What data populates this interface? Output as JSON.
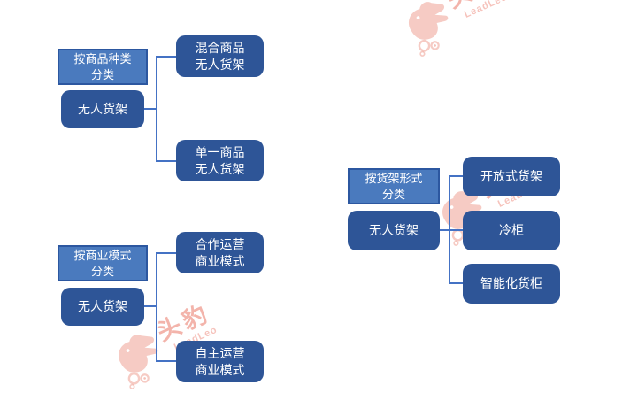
{
  "colors": {
    "header_fill": "#4a7abe",
    "header_border": "#2c57a0",
    "node_fill": "#2e5597",
    "connector": "#4472c4",
    "text": "#ffffff",
    "watermark_red": "#e86958"
  },
  "watermark": {
    "brand_cn": "头豹",
    "brand_en": "LeadLeo"
  },
  "diagrams": [
    {
      "id": "by-product-type",
      "header": {
        "line1": "按商品种类",
        "line2": "分类"
      },
      "root": "无人货架",
      "children": [
        {
          "line1": "混合商品",
          "line2": "无人货架"
        },
        {
          "line1": "单一商品",
          "line2": "无人货架"
        }
      ]
    },
    {
      "id": "by-business-model",
      "header": {
        "line1": "按商业模式",
        "line2": "分类"
      },
      "root": "无人货架",
      "children": [
        {
          "line1": "合作运营",
          "line2": "商业模式"
        },
        {
          "line1": "自主运营",
          "line2": "商业模式"
        }
      ]
    },
    {
      "id": "by-shelf-form",
      "header": {
        "line1": "按货架形式",
        "line2": "分类"
      },
      "root": "无人货架",
      "children": [
        {
          "line1": "开放式货架"
        },
        {
          "line1": "冷柜"
        },
        {
          "line1": "智能化货柜"
        }
      ]
    }
  ]
}
